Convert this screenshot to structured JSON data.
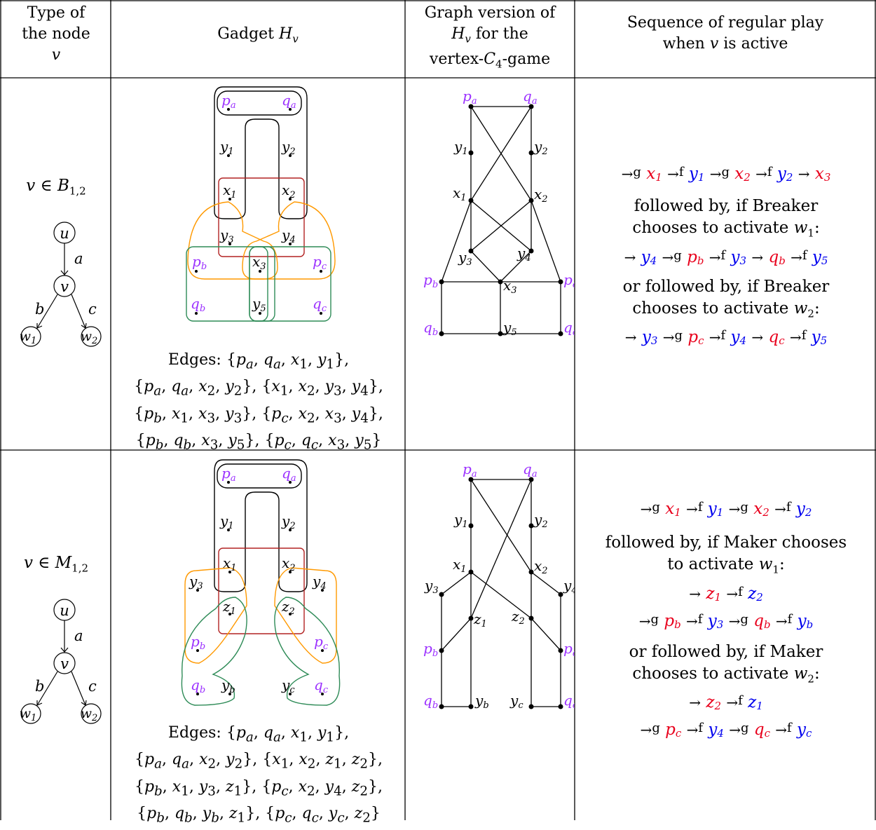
{
  "headers": {
    "col1": [
      "Type of",
      "the node",
      "v"
    ],
    "col2": "Gadget H_v",
    "col3": [
      "Graph version of",
      "H_v for the",
      "vertex-C4-game"
    ],
    "col4": [
      "Sequence of regular play",
      "when v is active"
    ]
  },
  "row1": {
    "type": "v ∈ B1,2",
    "edges": [
      "Edges: {pa, qa, x1, y1},",
      "{pa, qa, x2, y2}, {x1, x2, y3, y4},",
      "{pb, x1, x3, y3}, {pc, x2, x3, y4},",
      "{pb, qb, x3, y5}, {pc, qc, x3, y5}"
    ],
    "seq_main": "g→ x1 f→ y1 g→ x2 f→ y2 → x3",
    "seq_p1": [
      "followed by, if Breaker",
      "chooses to activate w1:"
    ],
    "seq_p1_moves": "→ y4 g→ pb f→ y3 → qb f→ y5",
    "seq_p2": [
      "or followed by, if Breaker",
      "chooses to activate w2:"
    ],
    "seq_p2_moves": "→ y3 g→ pc f→ y4 → qc f→ y5"
  },
  "row2": {
    "type": "v ∈ M1,2",
    "edges": [
      "Edges: {pa, qa, x1, y1},",
      "{pa, qa, x2, y2}, {x1, x2, z1, z2},",
      "{pb, x1, y3, z1}, {pc, x2, y4, z2},",
      "{pb, qb, yb, z1}, {pc, qc, yc, z2}"
    ],
    "seq_main": "g→ x1 f→ y1 g→ x2 f→ y2",
    "seq_p1": [
      "followed by, if Maker chooses",
      "to activate w1:"
    ],
    "seq_p1_moves_a": "→ z1 f→ z2",
    "seq_p1_moves_b": "g→ pb f→ y3 g→ qb f→ yb",
    "seq_p2": [
      "or followed by, if Maker",
      "chooses to activate w2:"
    ],
    "seq_p2_moves_a": "→ z2 f→ z1",
    "seq_p2_moves_b": "g→ pc f→ y4 g→ qc f→ yc"
  },
  "tree_labels": {
    "u": "u",
    "v": "v",
    "a": "a",
    "b": "b",
    "c": "c",
    "w1": "w1",
    "w2": "w2"
  },
  "colors": {
    "maker": "#e8001c",
    "breaker": "#0000ee",
    "purple": "#9b30ff",
    "red_box": "#b22222",
    "orange": "#ff9900",
    "green": "#2e8b57"
  }
}
